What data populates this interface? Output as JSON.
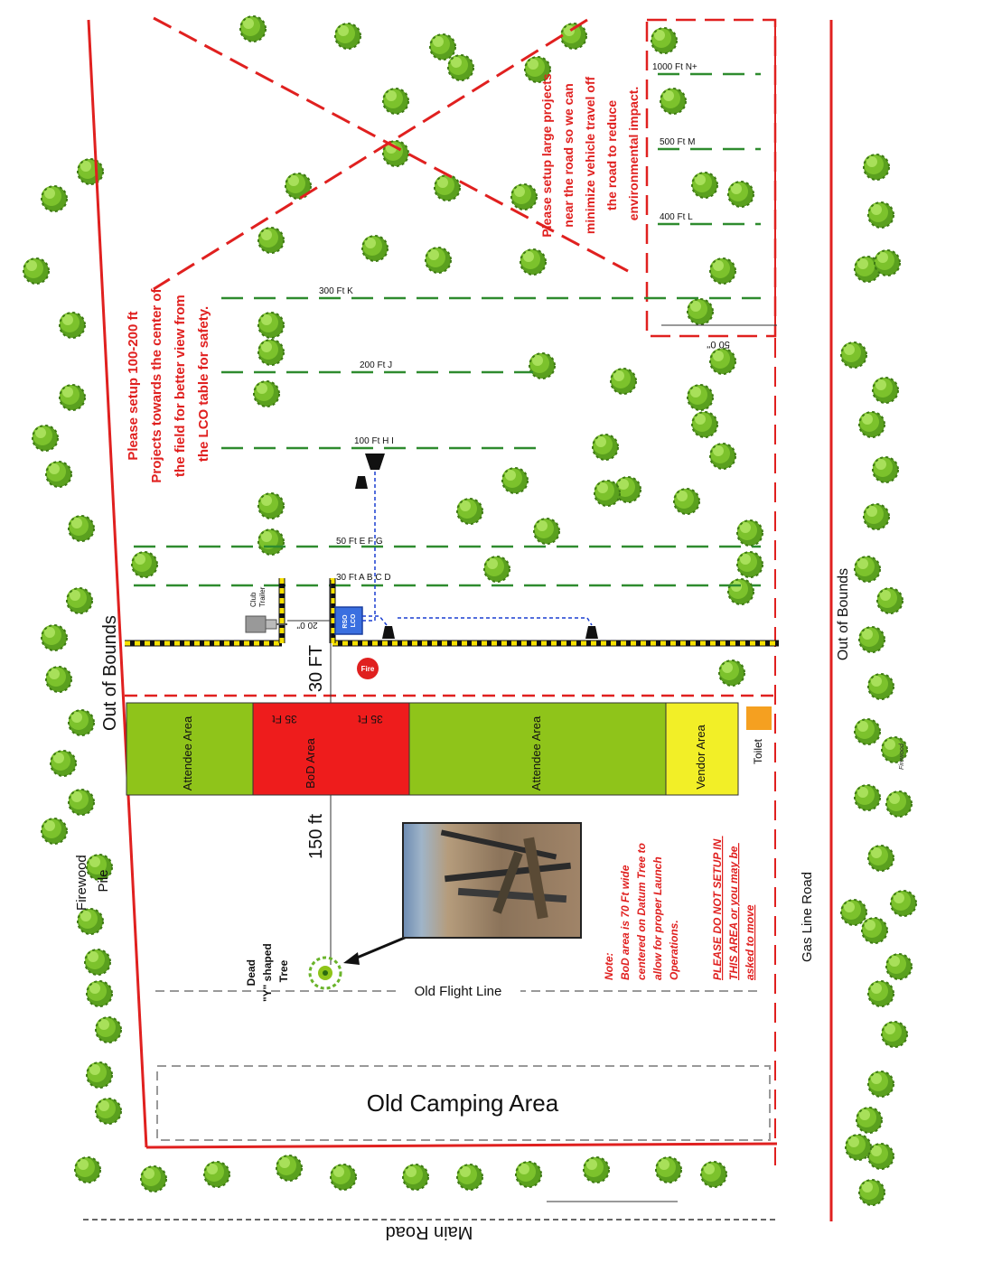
{
  "legend_rows": {
    "n_plus": "1000 Ft N+",
    "m": "500 Ft M",
    "l": "400 Ft L",
    "k": "300 Ft K",
    "j": "200 Ft J",
    "h_i": "100 Ft H I",
    "e_f_g": "50 Ft E F G",
    "a_d": "30 Ft A B C D",
    "fifty_ft": "50 0''",
    "twenty_ft": "20 0''"
  },
  "notes": {
    "large_projects": [
      "Please setup large projects",
      "near the road so we can",
      "minimize vehicle travel off",
      "the road to reduce",
      "environmental impact."
    ],
    "center_setup": [
      "Please setup 100-200 ft",
      "Projects towards the center of",
      "the field for better view from",
      "the LCO table for safety."
    ],
    "bod_note": [
      "Note:",
      "BoD area is 70 Ft wide",
      "centered on Datum Tree to",
      "allow for proper Launch",
      "Operations."
    ],
    "do_not_setup": [
      "PLEASE DO NOT SETUP IN",
      "THIS AREA or you may be",
      "asked to move"
    ]
  },
  "areas": {
    "attendee_left": "Attendee Area",
    "bod": "BoD Area",
    "bod_left_width": "35 Ft",
    "bod_right_width": "35 Ft",
    "attendee_right": "Attendee Area",
    "vendor": "Vendor Area",
    "toilet": "Toilet",
    "club_trailer": "Club Trailer",
    "rso_lco": [
      "RSO",
      "LCO"
    ],
    "fire": "Fire"
  },
  "labels": {
    "out_of_bounds_left": "Out of Bounds",
    "out_of_bounds_right": "Out of Bounds",
    "thirty_ft": "30 FT",
    "one_fifty_ft": "150 ft",
    "firewood": [
      "Firewood",
      "Pile"
    ],
    "dead_tree": [
      "Dead",
      "\"Y\" shaped",
      "Tree"
    ],
    "old_flight_line": "Old Flight Line",
    "old_camping": "Old Camping Area",
    "gas_line_road": "Gas Line Road",
    "main_road": "Main Road"
  },
  "colors": {
    "boundary_red": "#e0201f",
    "dash_green": "#2e8b2e",
    "attendee_green": "#8fc41a",
    "bod_red": "#ee1c1c",
    "vendor_yellow": "#f2ef27",
    "toilet_orange": "#f5a020",
    "tape_yellow": "#f7e100",
    "pad_blue": "#3a6fe0"
  },
  "icons": [
    "launch-pad-icon",
    "fire-icon",
    "trailer-icon",
    "tree-icon",
    "datum-tree-icon"
  ]
}
